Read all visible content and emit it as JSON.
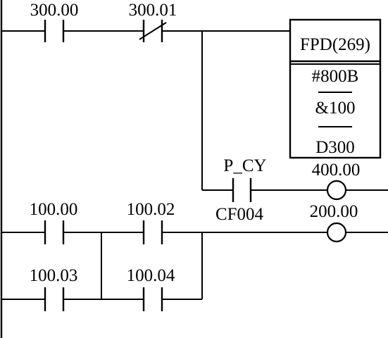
{
  "diagram": {
    "type": "ladder-logic",
    "rung1": {
      "contacts": [
        {
          "address": "300.00",
          "kind": "normally-open"
        },
        {
          "address": "300.01",
          "kind": "normally-closed"
        }
      ],
      "instruction": {
        "name": "FPD(269)",
        "operands": [
          "#800B",
          "&100",
          "D300"
        ]
      },
      "branch_contact": {
        "top_label": "P_CY",
        "bottom_label": "CF004",
        "kind": "normally-open"
      },
      "branch_coil": {
        "address": "400.00"
      }
    },
    "rung2": {
      "contacts": [
        {
          "address": "100.00",
          "kind": "normally-open"
        },
        {
          "address": "100.02",
          "kind": "normally-open"
        },
        {
          "address": "100.03",
          "kind": "normally-open"
        },
        {
          "address": "100.04",
          "kind": "normally-open"
        }
      ],
      "coil": {
        "address": "200.00"
      }
    }
  }
}
